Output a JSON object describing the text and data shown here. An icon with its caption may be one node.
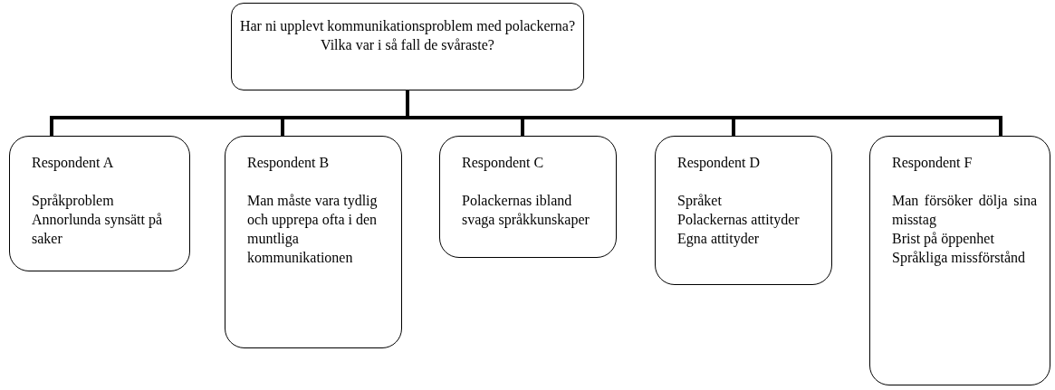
{
  "diagram": {
    "nodes": [
      {
        "text": [
          "Har ni upplevt kommunikationsproblem med polackerna?",
          "Vilka var i så fall de svåraste?"
        ]
      },
      {
        "text": [
          "Respondent A",
          "Språkproblem",
          "Annorlunda synsätt på saker"
        ]
      },
      {
        "text": [
          "Respondent B",
          "Man måste vara tydlig och upprepa ofta i den muntliga kommunikationen"
        ]
      },
      {
        "text": [
          "Respondent C",
          "Polackernas ibland svaga språkkunskaper"
        ]
      },
      {
        "text": [
          "Respondent D",
          "Språket",
          "Polackernas attityder",
          "Egna attityder"
        ]
      },
      {
        "text": [
          "Respondent F",
          "Man försöker dölja sina misstag",
          "Brist på öppenhet",
          "Språkliga missförstånd"
        ]
      }
    ],
    "edges": [
      {
        "from": 0,
        "to": 1,
        "arrow": "none"
      },
      {
        "from": 0,
        "to": 2,
        "arrow": "none"
      },
      {
        "from": 0,
        "to": 3,
        "arrow": "none"
      },
      {
        "from": 0,
        "to": 4,
        "arrow": "none"
      },
      {
        "from": 0,
        "to": 5,
        "arrow": "none"
      }
    ]
  }
}
